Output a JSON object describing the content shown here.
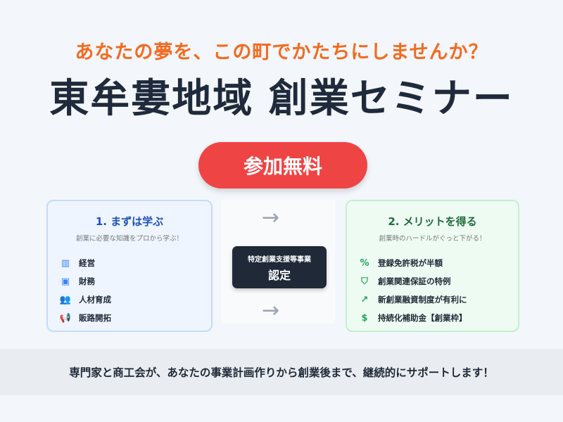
{
  "headline": "あなたの夢を、この町でかたちにしませんか？",
  "title": "東牟婁地域 創業セミナー",
  "free_badge": "参加無料",
  "learn": {
    "title": "1. まずは学ぶ",
    "subtitle": "創業に必要な知識をプロから学ぶ！",
    "items": [
      {
        "label": "経営",
        "icon": "bar-chart-icon"
      },
      {
        "label": "財務",
        "icon": "money-icon"
      },
      {
        "label": "人材育成",
        "icon": "people-icon"
      },
      {
        "label": "販路開拓",
        "icon": "megaphone-icon"
      }
    ]
  },
  "certification": {
    "line1": "特定創業支援等事業",
    "line2": "認定"
  },
  "benefits": {
    "title": "2. メリットを得る",
    "subtitle": "創業時のハードルがぐっと下がる！",
    "items": [
      {
        "label": "登録免許税が半額",
        "icon": "receipt-percent-icon"
      },
      {
        "label": "創業関連保証の特例",
        "icon": "shield-check-icon"
      },
      {
        "label": "新創業融資制度が有利に",
        "icon": "trending-up-icon"
      },
      {
        "label": "持続化補助金【創業枠】",
        "icon": "subsidy-icon"
      }
    ]
  },
  "footer": "専門家と商工会が、あなたの事業計画作りから創業後まで、継続的にサポートします！"
}
